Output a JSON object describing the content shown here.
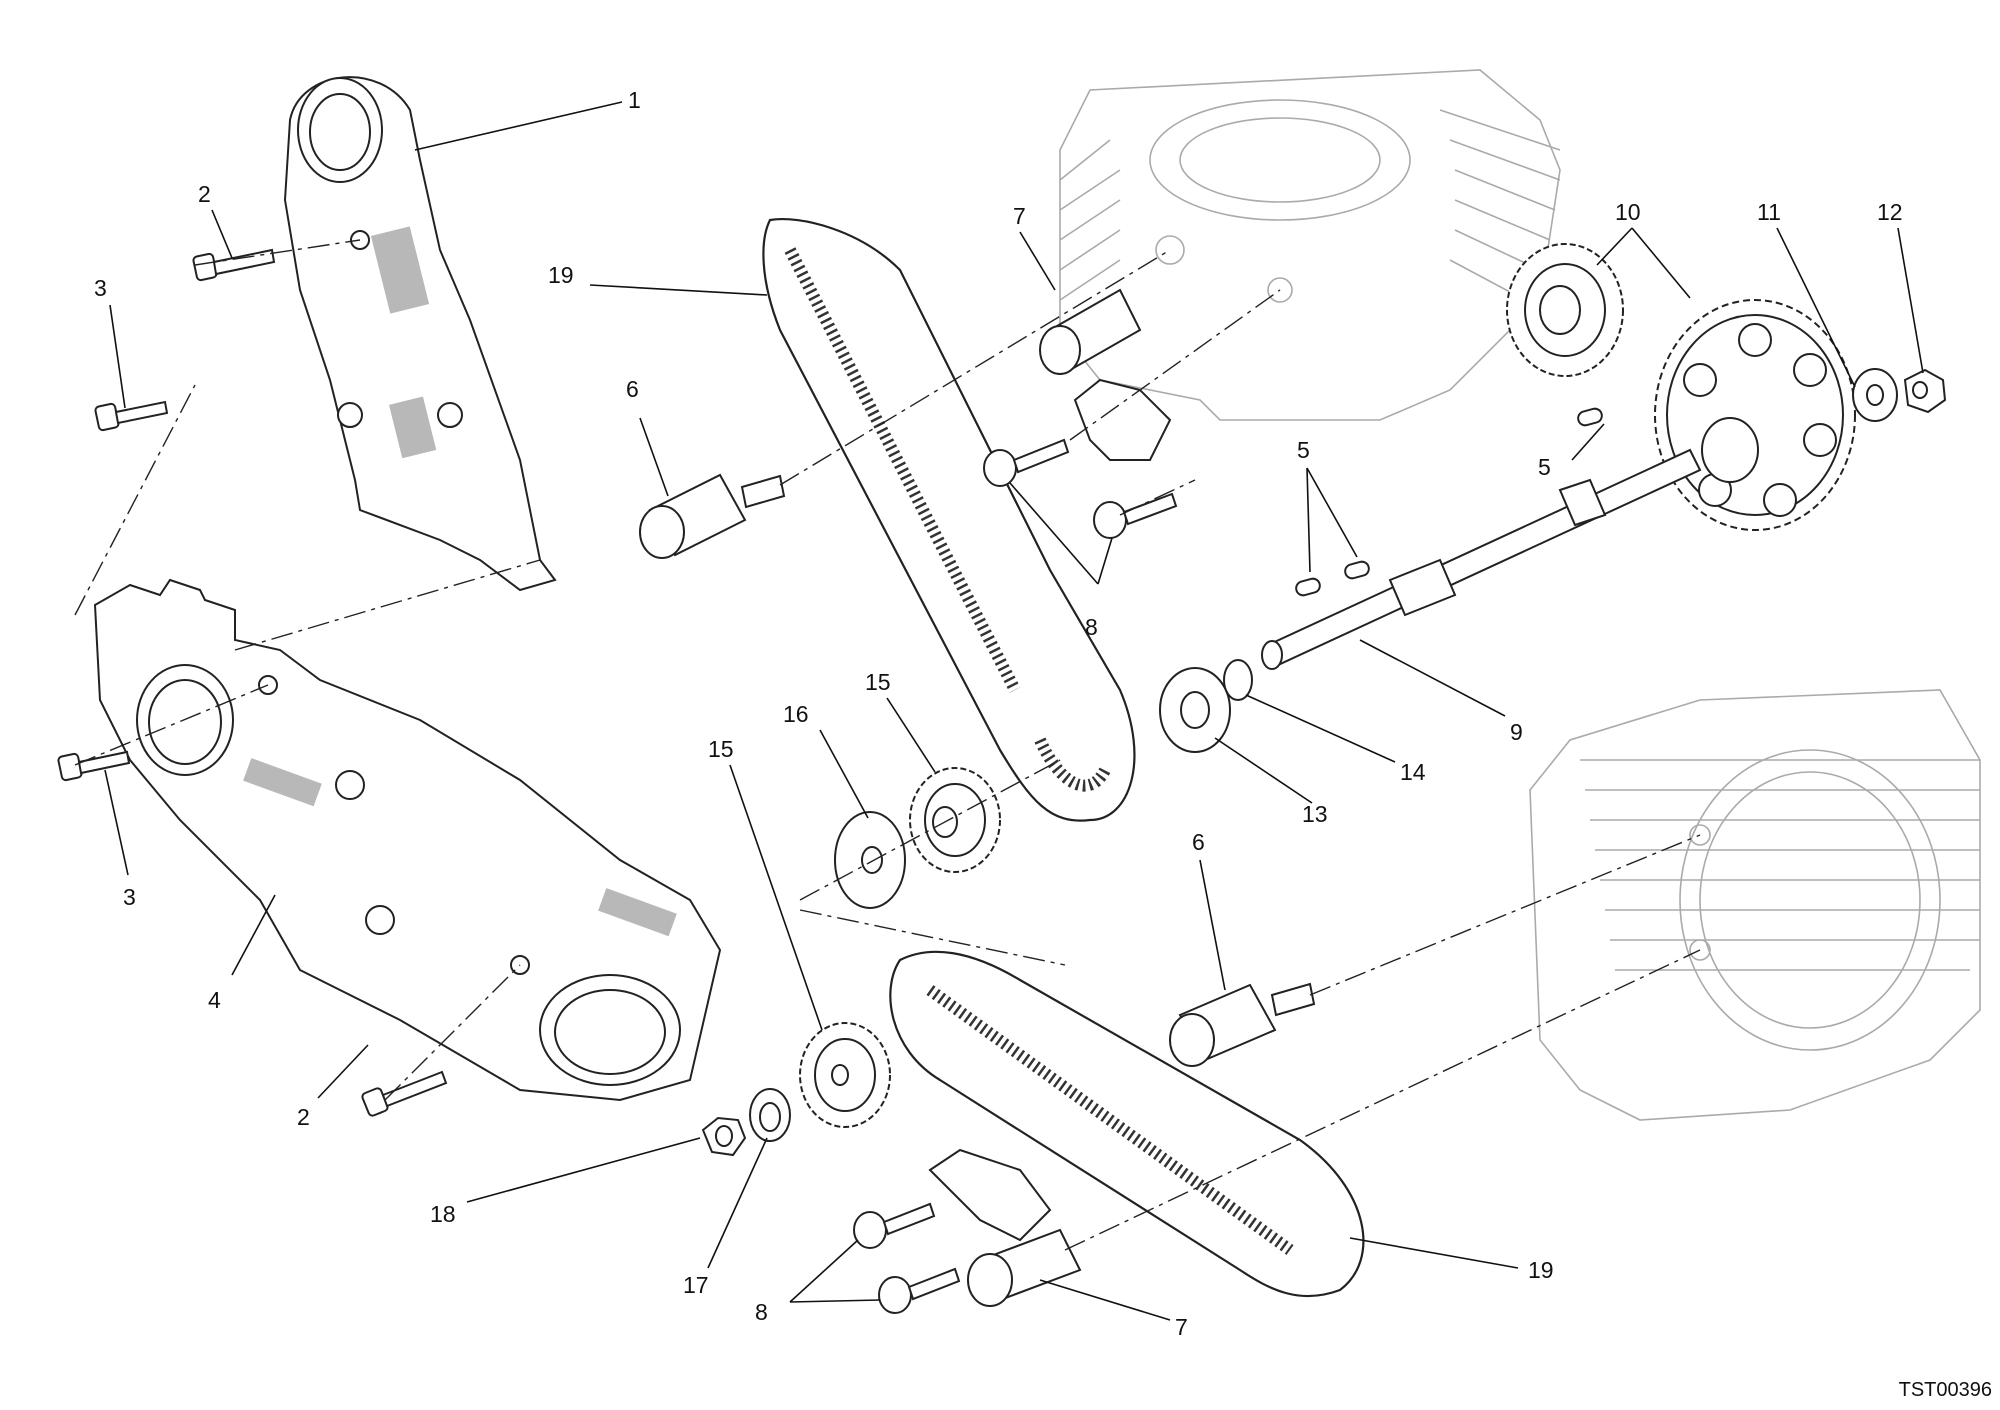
{
  "ref_code": "TST00396",
  "callouts": [
    {
      "label": "1"
    },
    {
      "label": "2"
    },
    {
      "label": "3"
    },
    {
      "label": "3"
    },
    {
      "label": "4"
    },
    {
      "label": "2"
    },
    {
      "label": "19"
    },
    {
      "label": "6"
    },
    {
      "label": "7"
    },
    {
      "label": "8"
    },
    {
      "label": "10"
    },
    {
      "label": "11"
    },
    {
      "label": "12"
    },
    {
      "label": "5"
    },
    {
      "label": "5"
    },
    {
      "label": "9"
    },
    {
      "label": "14"
    },
    {
      "label": "13"
    },
    {
      "label": "15"
    },
    {
      "label": "16"
    },
    {
      "label": "15"
    },
    {
      "label": "6"
    },
    {
      "label": "18"
    },
    {
      "label": "17"
    },
    {
      "label": "8"
    },
    {
      "label": "7"
    },
    {
      "label": "19"
    }
  ]
}
